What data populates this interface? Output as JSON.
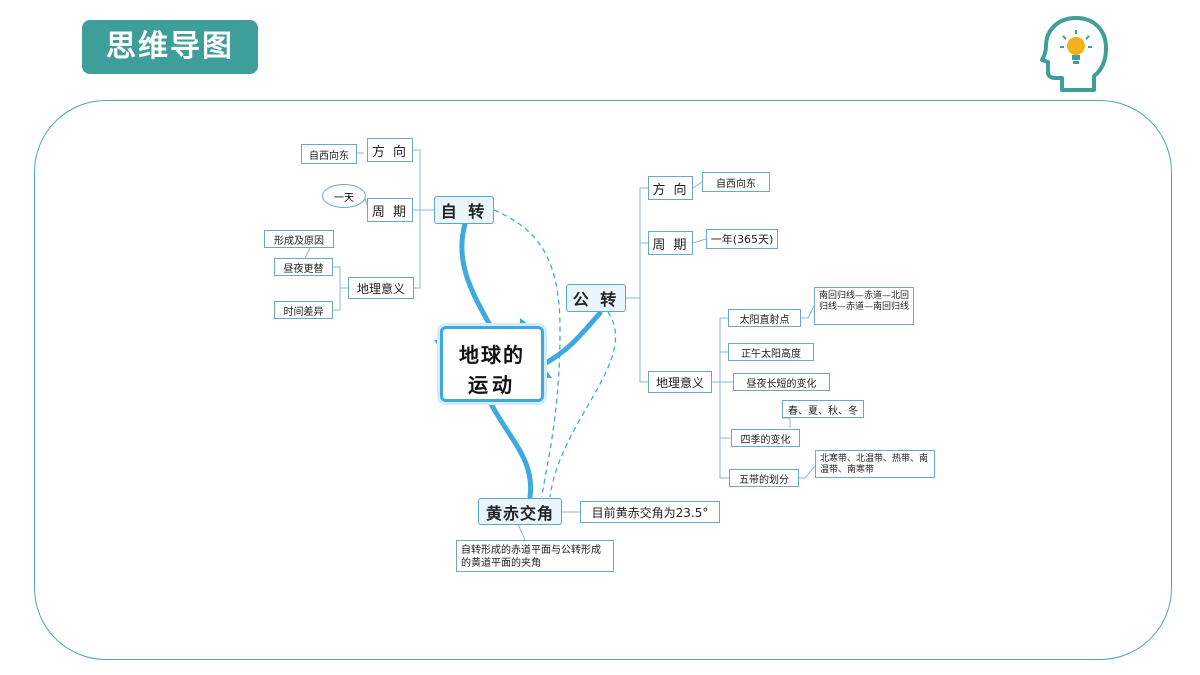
{
  "header": {
    "title": "思维导图",
    "icon": "head-lightbulb-icon"
  },
  "center": {
    "line1": "地球的",
    "line2": "运动"
  },
  "rotation": {
    "label": "自 转",
    "direction": {
      "label": "方 向",
      "value": "自西向东"
    },
    "period": {
      "label": "周 期",
      "value": "一天"
    },
    "significance": {
      "label": "地理意义",
      "items": [
        "昼夜更替",
        "时间差异"
      ],
      "sub": "形成及原因"
    }
  },
  "revolution": {
    "label": "公 转",
    "direction": {
      "label": "方 向",
      "value": "自西向东"
    },
    "period": {
      "label": "周 期",
      "value": "一年(365天)"
    },
    "significance": {
      "label": "地理意义",
      "subsolar": {
        "label": "太阳直射点",
        "detail": "南回归线—赤道—北回归线—赤道—南回归线"
      },
      "noon": "正午太阳高度",
      "daylength": "昼夜长短的变化",
      "seasons": {
        "label": "四季的变化",
        "detail": "春、夏、秋、冬"
      },
      "zones": {
        "label": "五带的划分",
        "detail": "北寒带、北温带、热带、南温带、南寒带"
      }
    }
  },
  "obliquity": {
    "label": "黄赤交角",
    "value": "目前黄赤交角为23.5°",
    "definition": "自转形成的赤道平面与公转形成的黄道平面的夹角"
  },
  "colors": {
    "teal": "#3e9e99",
    "blue": "#3ea9df",
    "line": "#8ab8d3"
  }
}
